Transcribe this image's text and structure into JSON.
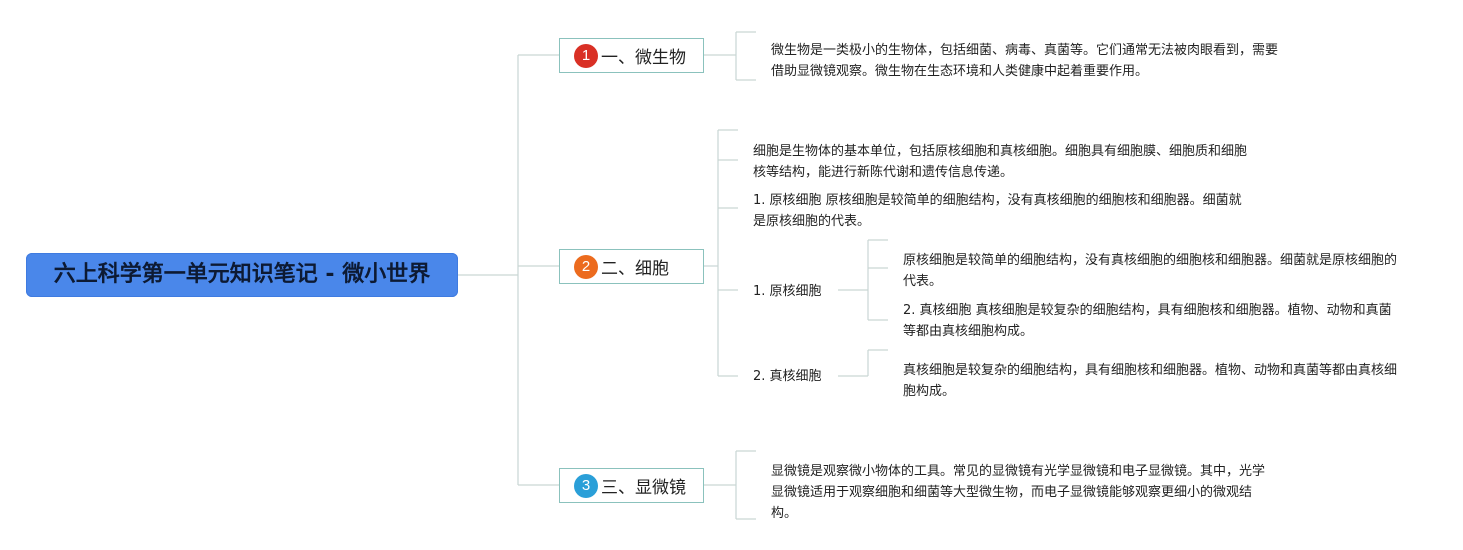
{
  "colors": {
    "root_bg": "#4a87ea",
    "topic_border": "#8bc2bd",
    "line": "#c9d6d4",
    "badge_1": "#d93025",
    "badge_2": "#ec6b1e",
    "badge_3": "#2a9fd8"
  },
  "root": {
    "title": "六上科学第一单元知识笔记 - 微小世界"
  },
  "topics": [
    {
      "badge": "1",
      "label": "一、微生物",
      "notes": [
        "微生物是一类极小的生物体，包括细菌、病毒、真菌等。它们通常无法被肉眼看到，需要借助显微镜观察。微生物在生态环境和人类健康中起着重要作用。"
      ]
    },
    {
      "badge": "2",
      "label": "二、细胞",
      "notes": [
        "细胞是生物体的基本单位，包括原核细胞和真核细胞。细胞具有细胞膜、细胞质和细胞核等结构，能进行新陈代谢和遗传信息传递。",
        "1. 原核细胞 原核细胞是较简单的细胞结构，没有真核细胞的细胞核和细胞器。细菌就是原核细胞的代表。"
      ],
      "subtopics": [
        {
          "label": "1. 原核细胞",
          "notes": [
            "原核细胞是较简单的细胞结构，没有真核细胞的细胞核和细胞器。细菌就是原核细胞的代表。",
            "2. 真核细胞 真核细胞是较复杂的细胞结构，具有细胞核和细胞器。植物、动物和真菌等都由真核细胞构成。"
          ]
        },
        {
          "label": "2. 真核细胞",
          "notes": [
            "真核细胞是较复杂的细胞结构，具有细胞核和细胞器。植物、动物和真菌等都由真核细胞构成。"
          ]
        }
      ]
    },
    {
      "badge": "3",
      "label": "三、显微镜",
      "notes": [
        "显微镜是观察微小物体的工具。常见的显微镜有光学显微镜和电子显微镜。其中，光学显微镜适用于观察细胞和细菌等大型微生物，而电子显微镜能够观察更细小的微观结构。"
      ]
    }
  ]
}
